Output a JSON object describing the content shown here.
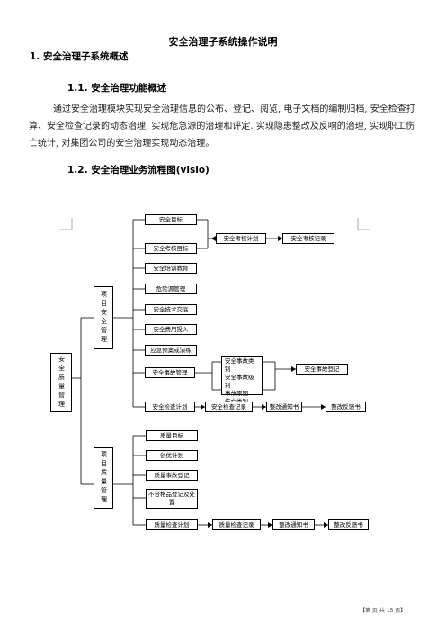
{
  "doc": {
    "title": "安全治理子系统操作说明",
    "h1": "1.  安全治理子系统概述",
    "h2_1": "1.1.  安全治理功能概述",
    "paragraph": "通过安全治理模块实现安全治理信息的公布、登记、阅览, 电子文档的编制归档, 安全检查打算、安全检查记录的动态治理, 实现危急源的治理和评定. 实现隐患整改及反响的治理, 实现职工伤亡统计, 对集团公司的安全治理实现动态治理。",
    "h2_2": "1.2.  安全治理业务流程图(visio)",
    "footer": "【第   页 共 15 页】"
  },
  "flow": {
    "root": "安全质量管理",
    "safety_group": "项目安全管理",
    "quality_group": "项目质量管理",
    "safety_items": [
      "安全目标",
      "安全考核目标",
      "安全培训教育",
      "危险源管理",
      "安全技术交底",
      "安全费用投入",
      "应急预案或演练",
      "安全事故管理",
      "安全检查计划"
    ],
    "assess_plan": "安全考核计划",
    "assess_record": "安全考核记录",
    "accident_types": [
      "安全事故类别",
      "安全事故级别",
      "事故原因",
      "伤亡类别"
    ],
    "accident_register": "安全事故登记",
    "safety_check_record": "安全检查记录",
    "rectify_notice": "整改通知书",
    "rectify_feedback": "整改反馈书",
    "quality_items": [
      "质量目标",
      "创优计划",
      "质量事故登记",
      "不合格品登记及处置",
      "质量检查计划"
    ],
    "quality_check_record": "质量检查记录",
    "q_rectify_notice": "整改通知书",
    "q_rectify_feedback": "整改反馈书"
  }
}
